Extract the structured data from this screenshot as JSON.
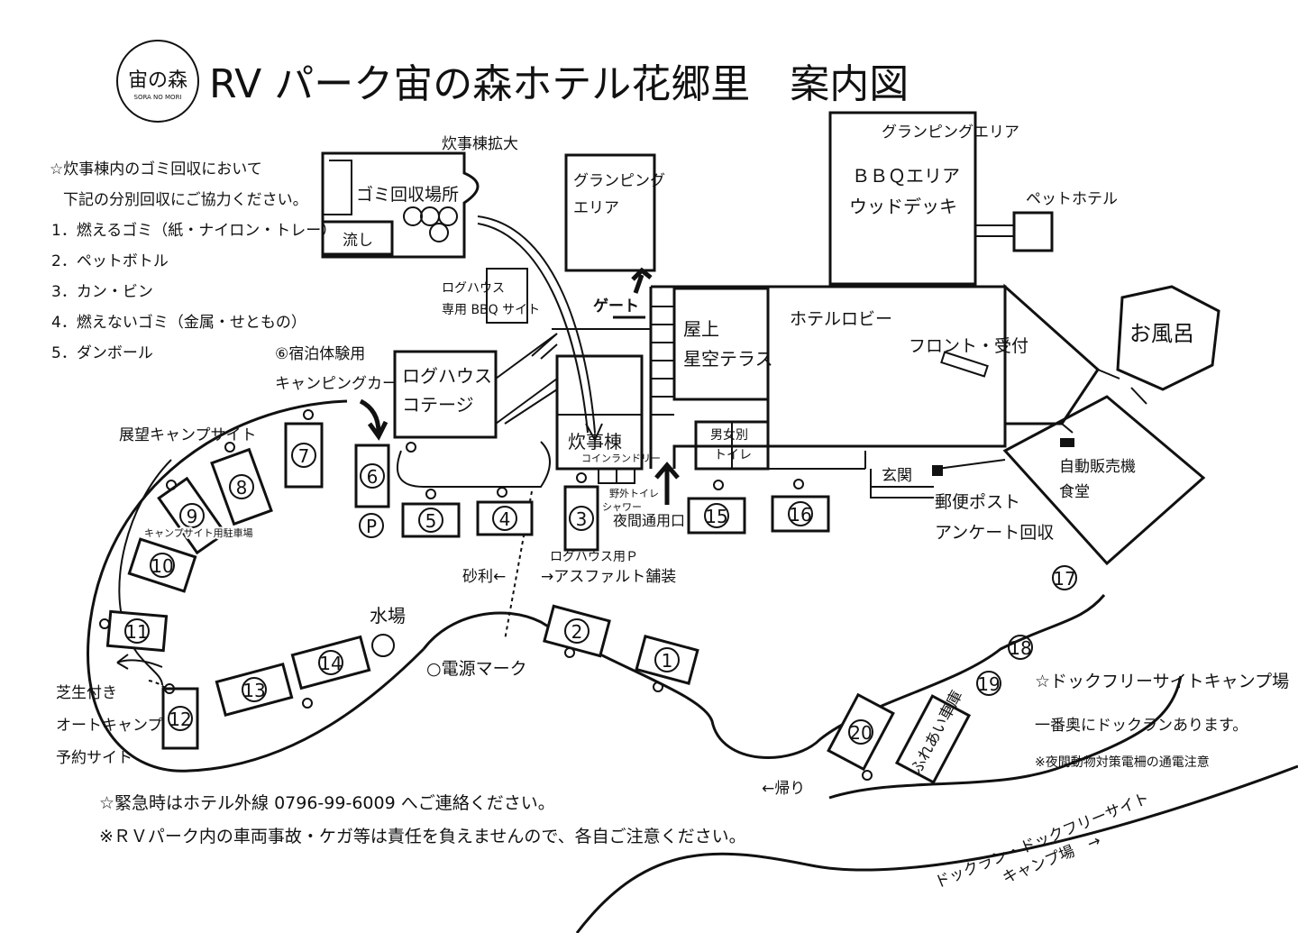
{
  "logo": {
    "name": "宙の森",
    "sub": "SORA NO MORI"
  },
  "title": "RV パーク宙の森ホテル花郷里　案内図",
  "notes": {
    "heading1": "☆炊事棟内のゴミ回収において",
    "heading2": "下記の分別回収にご協力ください。",
    "items": [
      "1．燃えるゴミ（紙・ナイロン・トレー）",
      "2．ペットボトル",
      "3．カン・ビン",
      "4．燃えないゴミ（金属・せともの）",
      "5．ダンボール"
    ]
  },
  "kitchen_detail": {
    "label": "炊事棟拡大",
    "garbage": "ゴミ回収場所",
    "sink": "流し"
  },
  "labels": {
    "glamping_small_1": "グランピング",
    "glamping_small_2": "エリア",
    "glamping_big": "グランピングエリア",
    "bbq": "ＢＢＱエリア",
    "wood_deck": "ウッドデッキ",
    "pet_hotel": "ペットホテル",
    "gate": "ゲート",
    "loghouse_bbq_1": "ログハウス",
    "loghouse_bbq_2": "専用 BBQ サイト",
    "rooftop_1": "屋上",
    "rooftop_2": "星空テラス",
    "lobby": "ホテルロビー",
    "front": "フロント・受付",
    "bath": "お風呂",
    "camper_1": "⑥宿泊体験用",
    "camper_2": "キャンピングカー",
    "loghouse_1": "ログハウス",
    "loghouse_2": "コテージ",
    "kitchen": "炊事棟",
    "laundry": "コインランドリー",
    "toilet_1": "男女別",
    "toilet_2": "トイレ",
    "entrance": "玄関",
    "vending": "自動販売機",
    "cafeteria": "食堂",
    "postbox": "郵便ポスト",
    "survey": "アンケート回収",
    "outdoor_toilet": "野外トイレ",
    "shower": "シャワー",
    "night_entrance": "夜間通用口",
    "view_camp": "展望キャンプサイト",
    "camp_parking": "キャンプサイト用駐車場",
    "loghouse_parking": "ログハウス用Ｐ",
    "gravel": "砂利←",
    "asphalt": "→アスファルト舗装",
    "water": "水場",
    "power": "○電源マーク",
    "lawn_1": "芝生付き",
    "lawn_2": "オートキャンプ",
    "lawn_3": "予約サイト",
    "parking": "P",
    "garage": "ふれあい車庫",
    "return": "←帰り",
    "dogfree_title": "☆ドックフリーサイトキャンプ場",
    "dogrun_note": "一番奥にドックランあります。",
    "fence_note": "※夜間動物対策電柵の通電注意",
    "dogrun_road_1": "ドックラン・ドックフリーサイト",
    "dogrun_road_2": "キャンプ場　→"
  },
  "sites": [
    "1",
    "2",
    "3",
    "4",
    "5",
    "6",
    "7",
    "8",
    "9",
    "10",
    "11",
    "12",
    "13",
    "14",
    "15",
    "16",
    "17",
    "18",
    "19",
    "20"
  ],
  "footer": {
    "emergency": "☆緊急時はホテル外線 0796-99-6009 へご連絡ください。",
    "disclaimer": "※ＲＶパーク内の車両事故・ケガ等は責任を負えませんので、各自ご注意ください。"
  }
}
